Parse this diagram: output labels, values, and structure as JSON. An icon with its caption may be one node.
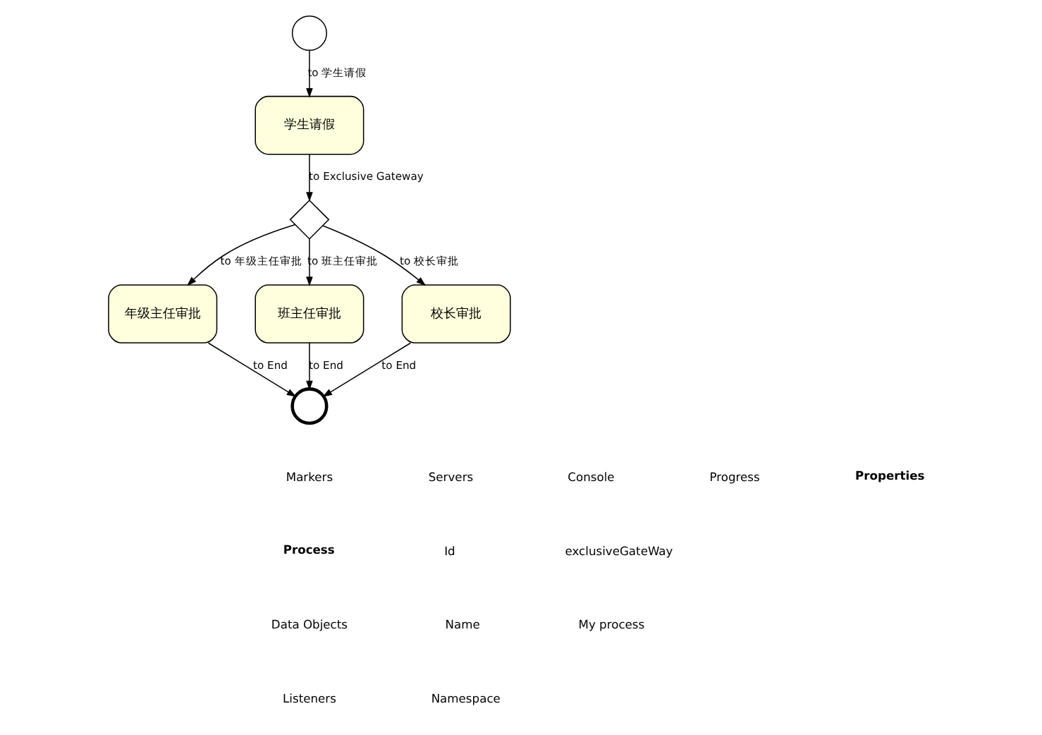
{
  "diagram": {
    "nodes": [
      {
        "text": [],
        "shape": "circle"
      },
      {
        "text": [
          "学生请假"
        ]
      },
      {
        "text": [],
        "shape": "diamond"
      },
      {
        "text": [
          "年级主任审批"
        ]
      },
      {
        "text": [
          "班主任审批"
        ]
      },
      {
        "text": [
          "校长审批"
        ]
      },
      {
        "text": [],
        "shape": "circle"
      }
    ],
    "edges": [
      {
        "from": 0,
        "to": 1,
        "arrow": "to",
        "label": "to 学生请假"
      },
      {
        "from": 1,
        "to": 2,
        "arrow": "to",
        "label": "to Exclusive Gateway"
      },
      {
        "from": 2,
        "to": 3,
        "arrow": "to",
        "label": "to 年级主任审批"
      },
      {
        "from": 2,
        "to": 4,
        "arrow": "to",
        "label": "to 班主任审批"
      },
      {
        "from": 2,
        "to": 5,
        "arrow": "to",
        "label": "to 校长审批"
      },
      {
        "from": 3,
        "to": 6,
        "arrow": "to",
        "label": "to End"
      },
      {
        "from": 4,
        "to": 6,
        "arrow": "to",
        "label": "to End"
      },
      {
        "from": 5,
        "to": 6,
        "arrow": "to",
        "label": "to End"
      }
    ],
    "labels": [
      "Markers",
      "Servers",
      "Console",
      "Progress",
      "Properties",
      "Process",
      "Id",
      "exclusiveGateWay",
      "Data Objects",
      "Name",
      "My process",
      "Listeners",
      "Namespace"
    ]
  }
}
